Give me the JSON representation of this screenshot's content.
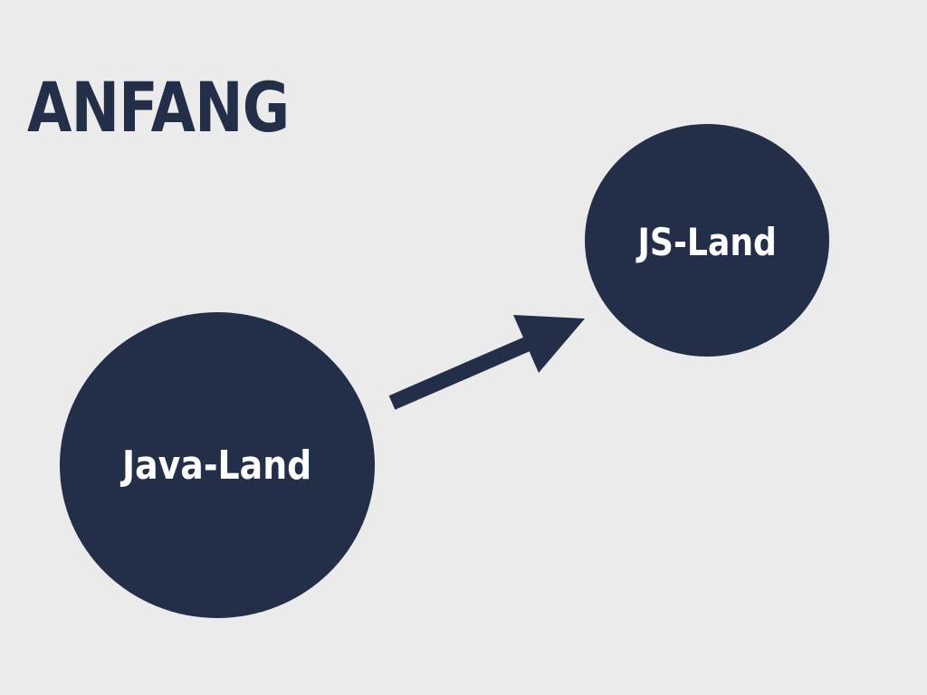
{
  "slide": {
    "title": "ANFANG"
  },
  "diagram": {
    "nodes": [
      {
        "id": "java",
        "label": "Java-Land"
      },
      {
        "id": "js",
        "label": "JS-Land"
      }
    ],
    "edges": [
      {
        "from": "java",
        "to": "js"
      }
    ]
  },
  "colors": {
    "background": "#ebebeb",
    "node_fill": "#232f49",
    "text_dark": "#232f49",
    "text_light": "#ffffff"
  }
}
